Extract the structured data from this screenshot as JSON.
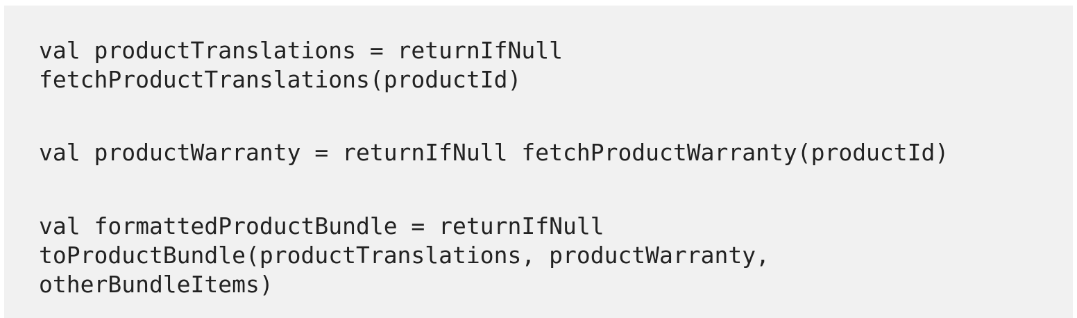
{
  "code": {
    "lines": [
      "val productTranslations = returnIfNull",
      "fetchProductTranslations(productId)",
      "val productWarranty = returnIfNull fetchProductWarranty(productId)",
      "val formattedProductBundle = returnIfNull",
      "toProductBundle(productTranslations, productWarranty,",
      "otherBundleItems)"
    ]
  }
}
